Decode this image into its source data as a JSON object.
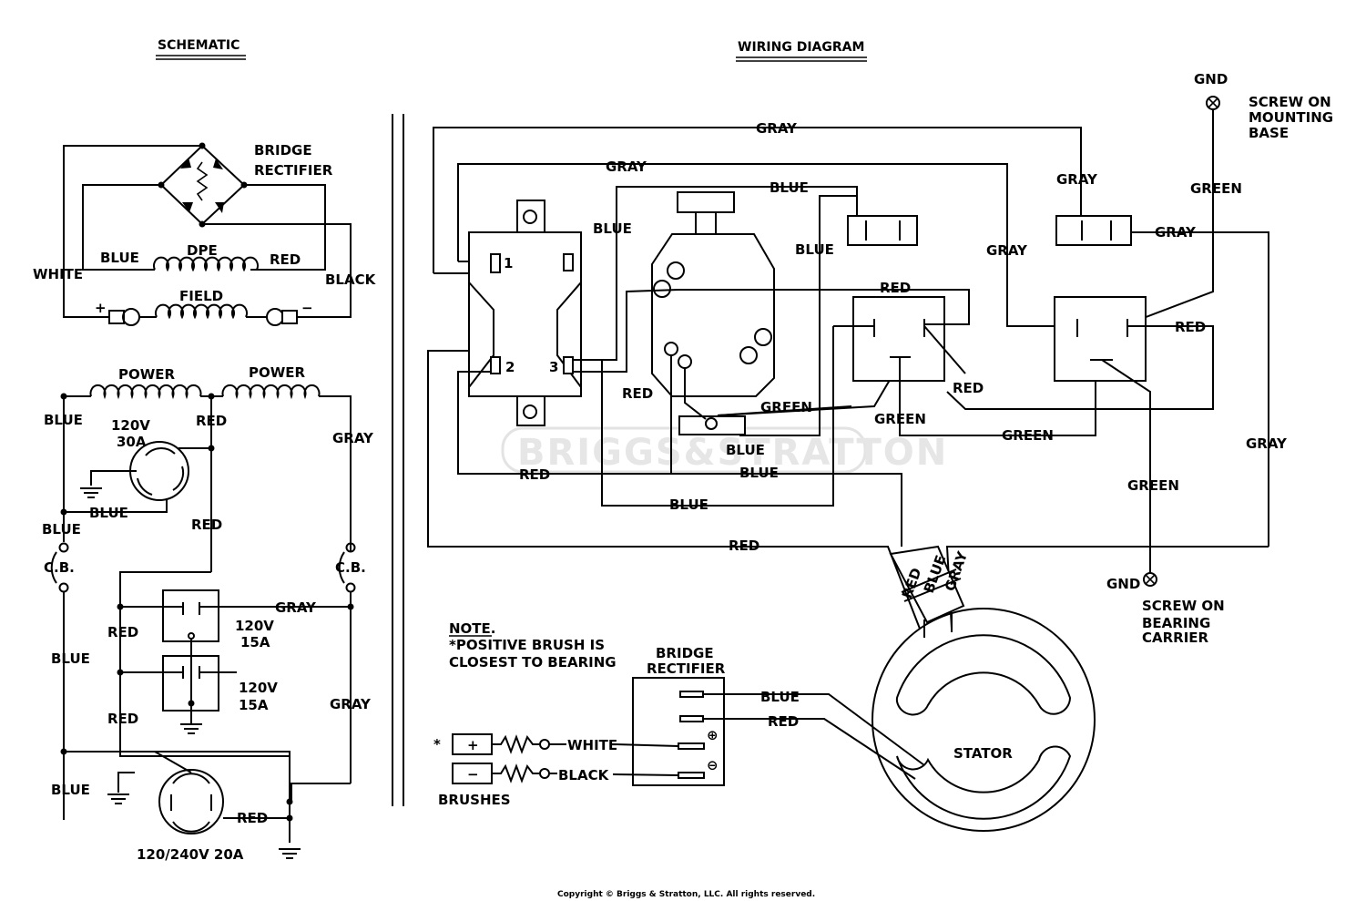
{
  "headers": {
    "schematic": "SCHEMATIC",
    "wiring_diagram": "WIRING DIAGRAM"
  },
  "watermark": "BRIGGS&STRATTON",
  "copyright": "Copyright © Briggs & Stratton, LLC. All rights reserved.",
  "schematic": {
    "bridge_rectifier_line1": "BRIDGE",
    "bridge_rectifier_line2": "RECTIFIER",
    "blue_1": "BLUE",
    "dpe": "DPE",
    "red_1": "RED",
    "white": "WHITE",
    "black": "BLACK",
    "field": "FIELD",
    "plus": "+",
    "minus": "−",
    "power_1": "POWER",
    "power_2": "POWER",
    "blue_2": "BLUE",
    "v120": "120V",
    "a30": "30A",
    "red_2": "RED",
    "gray_1": "GRAY",
    "blue_3": "BLUE",
    "red_3": "RED",
    "blue_4": "BLUE",
    "cb_left": "C.B.",
    "cb_right": "C.B.",
    "gray_2": "GRAY",
    "red_4": "RED",
    "v120_15a_1_line1": "120V",
    "v120_15a_1_line2": "15A",
    "blue_5": "BLUE",
    "v120_15a_2_line1": "120V",
    "v120_15a_2_line2": "15A",
    "gray_3": "GRAY",
    "red_5": "RED",
    "blue_6": "BLUE",
    "red_6": "RED",
    "v240": "120/240V 20A"
  },
  "wiring": {
    "gray_top": "GRAY",
    "gray_second": "GRAY",
    "blue_top": "BLUE",
    "blue_mid": "BLUE",
    "blue_left": "BLUE",
    "term_1": "1",
    "term_2": "2",
    "term_3": "3",
    "gray_right1": "GRAY",
    "gray_right2": "GRAY",
    "gray_right3": "GRAY",
    "gnd_top": "GND",
    "screw_mount_1": "SCREW ON",
    "screw_mount_2": "MOUNTING",
    "screw_mount_3": "BASE",
    "green_top": "GREEN",
    "red_mid_top": "RED",
    "red_recept_right": "RED",
    "red_recept_mid": "RED",
    "red_left": "RED",
    "green_1": "GREEN",
    "green_2": "GREEN",
    "green_3": "GREEN",
    "green_4": "GREEN",
    "gray_far_right": "GRAY",
    "blue_bottom1": "BLUE",
    "blue_bottom2": "BLUE",
    "red_bottom1": "RED",
    "blue_bottom3": "BLUE",
    "red_bottom2": "RED",
    "stator_red": "RED",
    "stator_blue": "BLUE",
    "stator_gray": "GRAY",
    "gnd_bottom": "GND",
    "screw_bearing_1": "SCREW ON",
    "screw_bearing_2": "BEARING",
    "screw_bearing_3": "CARRIER",
    "note": "NOTE.",
    "note_line1": "*POSITIVE BRUSH IS",
    "note_line2": "CLOSEST TO BEARING",
    "bridge_line1": "BRIDGE",
    "bridge_line2": "RECTIFIER",
    "br_blue": "BLUE",
    "br_red": "RED",
    "asterisk": "*",
    "brush_plus": "+",
    "brush_minus": "−",
    "white": "WHITE",
    "black": "BLACK",
    "brushes": "BRUSHES",
    "stator": "STATOR",
    "pos_sym": "⊕",
    "neg_sym": "⊖"
  }
}
